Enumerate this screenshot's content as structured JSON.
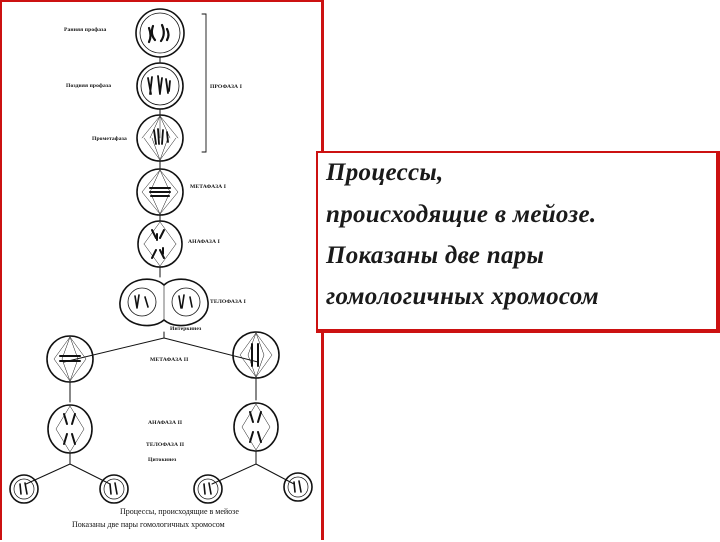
{
  "figure": {
    "labels": {
      "early_prophase": "Ранняя профаза",
      "late_prophase": "Поздняя профаза",
      "prophase_1": "ПРОФАЗА I",
      "prometaphase": "Прометафаза",
      "metaphase_1": "МЕТАФАЗА I",
      "anaphase_1": "АНАФАЗА I",
      "telophase_1": "ТЕЛОФАЗА I",
      "interkinesis": "Интеркинез",
      "metaphase_2": "МЕТАФАЗА II",
      "anaphase_2": "АНАФАЗА II",
      "telophase_2": "ТЕЛОФАЗА II",
      "cytokinesis": "Цитокинез"
    },
    "caption_line1": "Процессы, происходящие в мейозе",
    "caption_line2": "Показаны две пары гомологичных хромосом",
    "border_color": "#cc1111"
  },
  "text_panel": {
    "lines": [
      "Процессы,",
      "происходящие в мейозе.",
      "Показаны две пары",
      "гомологичных хромосом"
    ]
  }
}
